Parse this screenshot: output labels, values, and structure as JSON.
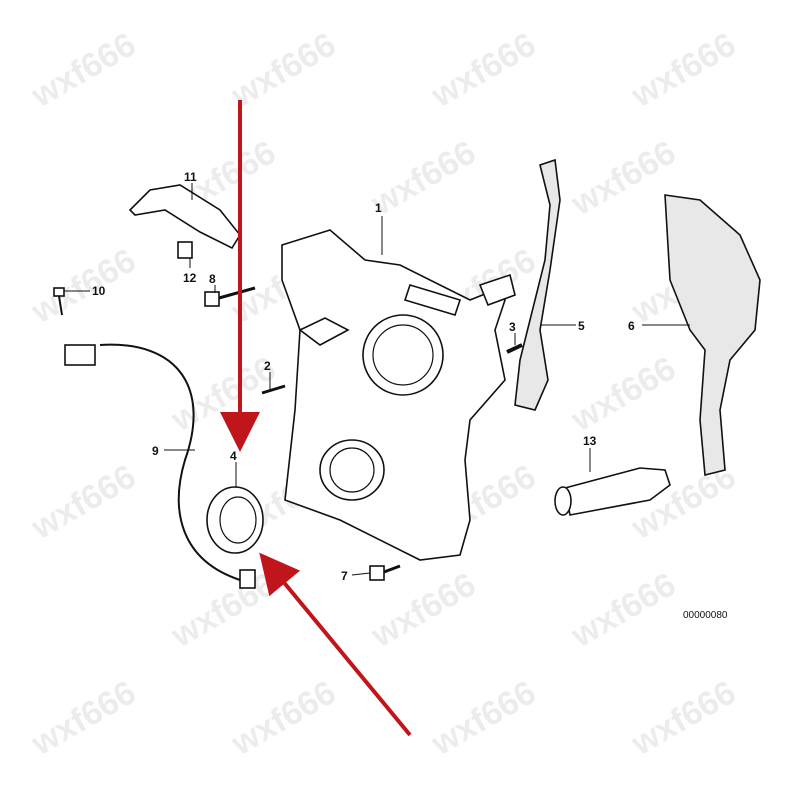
{
  "diagram": {
    "part_labels": [
      "1",
      "2",
      "3",
      "4",
      "5",
      "6",
      "7",
      "8",
      "9",
      "10",
      "11",
      "12",
      "13"
    ],
    "drawing_code": "00000080",
    "watermark": "wxf666",
    "arrow_color": "#c0161b",
    "arrows_point_to": "4"
  }
}
